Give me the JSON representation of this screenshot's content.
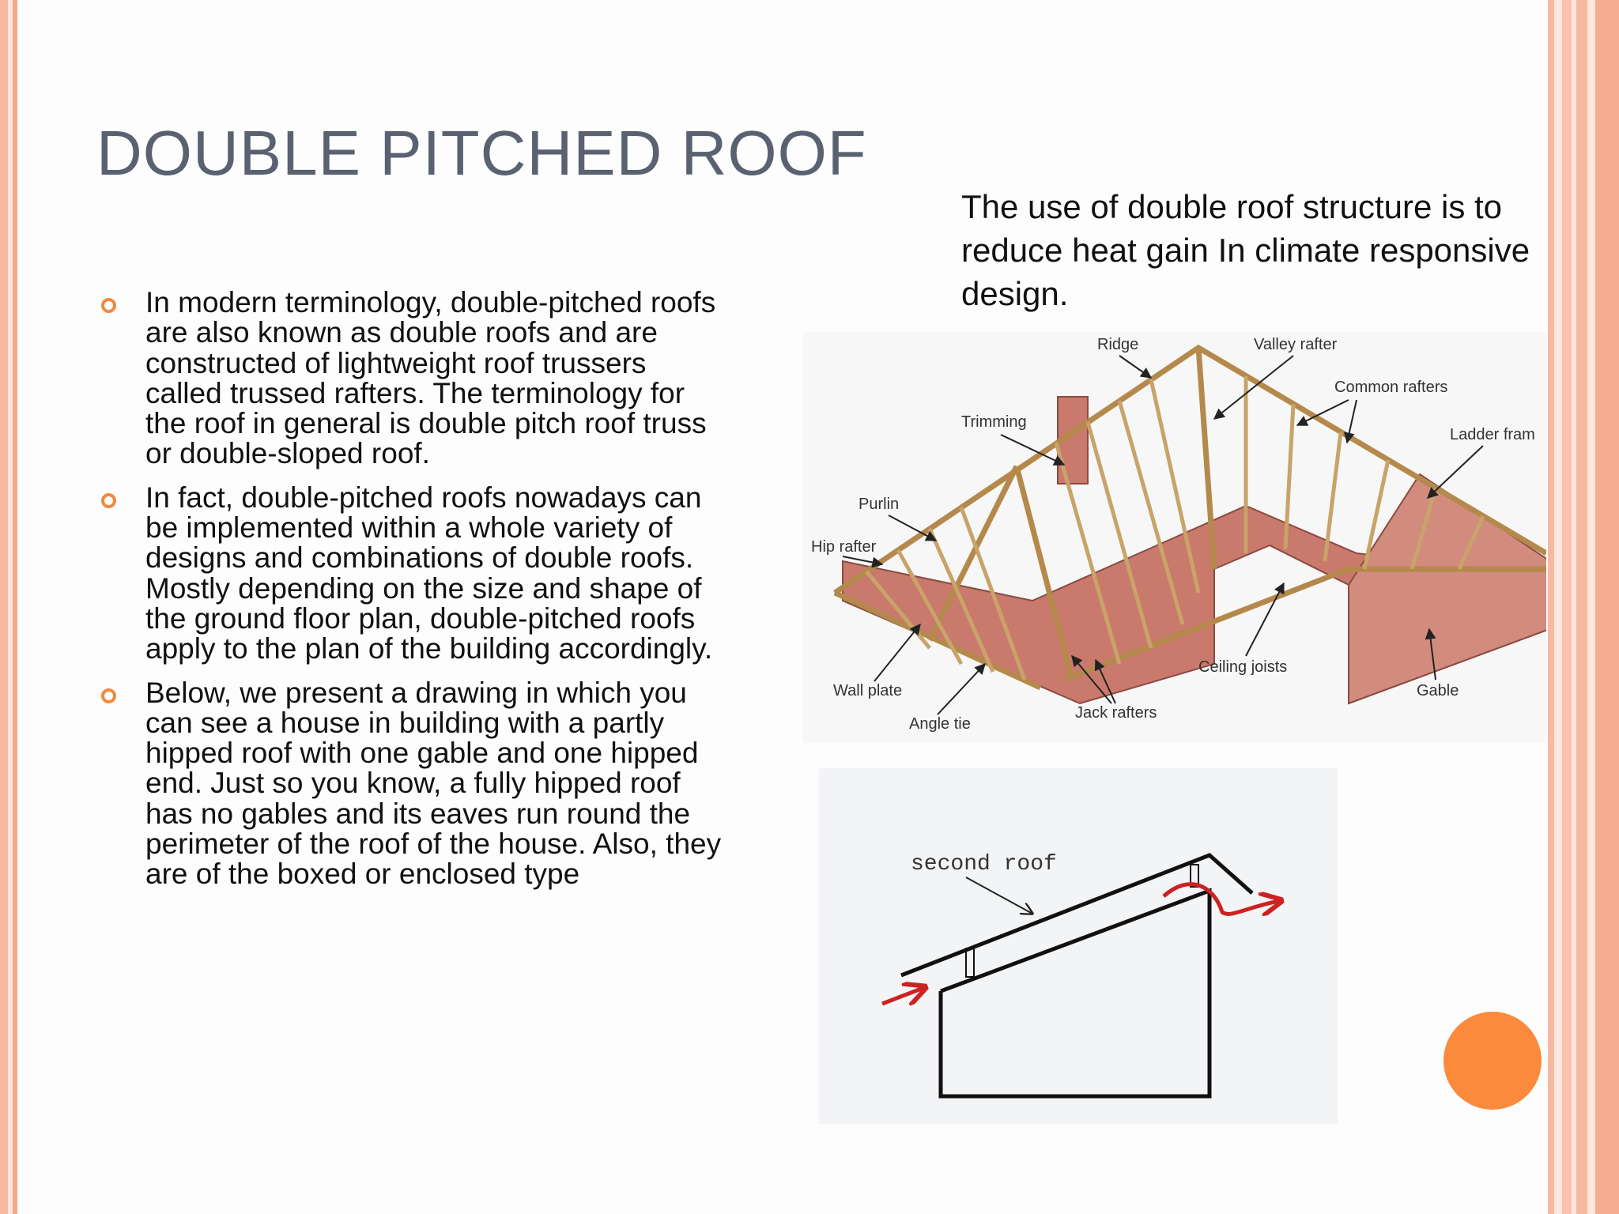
{
  "slide": {
    "title": "DOUBLE PITCHED ROOF",
    "intro": "The use of double roof structure is to reduce heat gain In climate responsive design.",
    "bullets": [
      "In modern terminology, double-pitched roofs are also known as double roofs and are constructed of lightweight roof trussers called trussed rafters. The terminology for the roof in general is double pitch roof truss or double-sloped roof.",
      "In fact, double-pitched roofs nowadays can be implemented within a whole variety of designs and combinations of double roofs. Mostly depending on the size and shape of the ground floor plan, double-pitched roofs apply to the plan of the building accordingly.",
      "Below, we present a drawing in which you can see a house in building with a partly hipped roof with one gable and one hipped end. Just so you know, a fully hipped roof has no gables and its eaves run round the perimeter of the roof of the house. Also, they are of the boxed or enclosed type"
    ]
  },
  "roof_diagram": {
    "labels": {
      "ridge": "Ridge",
      "valley_rafter": "Valley rafter",
      "common_rafters": "Common rafters",
      "ladder_frame": "Ladder fram",
      "trimming": "Trimming",
      "purlin": "Purlin",
      "hip_rafter": "Hip rafter",
      "wall_plate": "Wall plate",
      "angle_tie": "Angle tie",
      "jack_rafters": "Jack rafters",
      "ceiling_joists": "Ceiling joists",
      "gable": "Gable"
    }
  },
  "second_roof_diagram": {
    "label": "second roof"
  },
  "colors": {
    "title": "#5a6170",
    "bullet": "#f08a3c",
    "accent_circle": "#fb8a3c",
    "wall": "#c97a6c",
    "timber": "#c8a36a",
    "airflow_arrow": "#cc2222"
  }
}
